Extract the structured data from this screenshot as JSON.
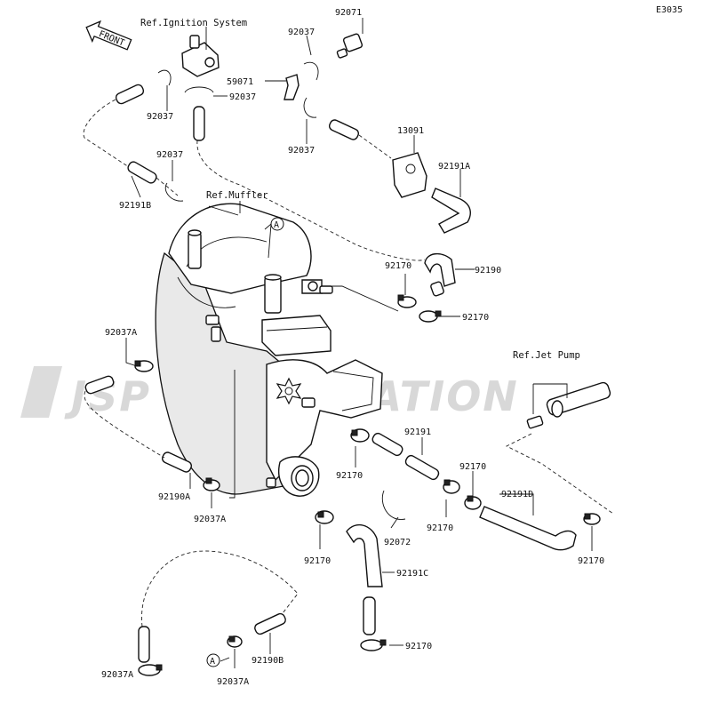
{
  "diagram_code": "E3035",
  "front_label": "FRONT",
  "watermark": "JSP CORPORATION",
  "refs": {
    "ignition": "Ref.Ignition System",
    "muffler": "Ref.Muffler",
    "jet_pump": "Ref.Jet Pump"
  },
  "callout_a": "A",
  "parts": {
    "p92071": "92071",
    "p92037_top_right": "92037",
    "p59071": "59071",
    "p92037_mid": "92037",
    "p92037_left": "92037",
    "p92037_right_low": "92037",
    "p13091": "13091",
    "p92037_left2": "92037",
    "p92191A": "92191A",
    "p92191B": "92191B",
    "p92170_a": "92170",
    "p92190": "92190",
    "p92170_b": "92170",
    "p92037A_left": "92037A",
    "p92191": "92191",
    "p92170_c": "92170",
    "p92170_d": "92170",
    "p92190A": "92190A",
    "p92037A_mid": "92037A",
    "p92072": "92072",
    "p92191D": "92191D",
    "p92170_e": "92170",
    "p92170_f": "92170",
    "p92170_g": "92170",
    "p92191C": "92191C",
    "p92170_h": "92170",
    "p92037A_bottom": "92037A",
    "p92037A_bottom2": "92037A",
    "p92190B": "92190B"
  }
}
